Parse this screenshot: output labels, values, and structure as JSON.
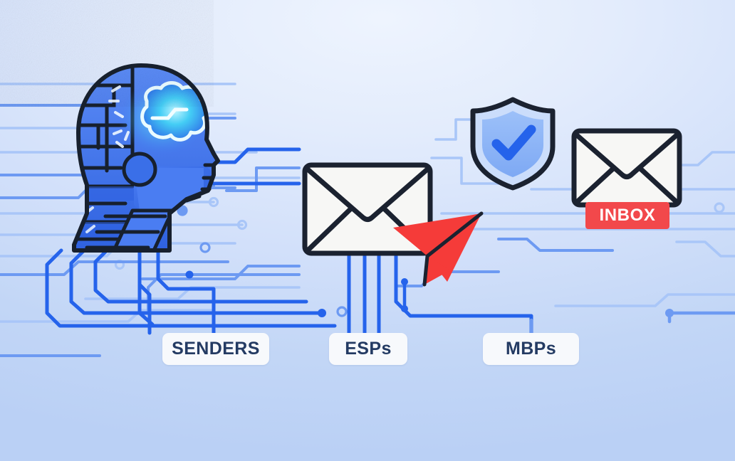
{
  "illustration": {
    "title": "Email deliverability ecosystem diagram",
    "background_color": "#d2e0fa",
    "accent_blue": "#2563eb",
    "accent_red": "#f2484b",
    "ink": "#1b2230"
  },
  "labels": {
    "senders": "SENDERS",
    "esps": "ESPs",
    "mbps": "MBPs",
    "inbox": "INBOX"
  },
  "icons": {
    "ai_head": "ai-robot-head-icon",
    "brain": "glowing-brain-icon",
    "envelope_center": "envelope-icon",
    "envelope_inbox": "envelope-icon",
    "paper_plane": "paper-plane-icon",
    "shield": "shield-check-icon",
    "checkmark": "check-icon"
  },
  "colors": {
    "head_blue_dark": "#2f62e0",
    "head_blue_mid": "#3d74f0",
    "head_blue_light": "#5b8bf5",
    "brain_glow": "#63e6ff",
    "brain_core": "#19b8ef",
    "shield_outer": "#cbddfb",
    "shield_inner": "#8fb4f7",
    "shield_check": "#2563eb",
    "envelope_fill": "#f7f7f5",
    "envelope_stroke": "#1b2230",
    "trace_dark": "#2563eb",
    "trace_mid": "#6d9af2",
    "trace_light": "#a9c6f8",
    "pill_fill": "#f7f9fc",
    "pill_text": "#243b63",
    "badge_fill": "#f2484b",
    "badge_text": "#ffffff"
  }
}
